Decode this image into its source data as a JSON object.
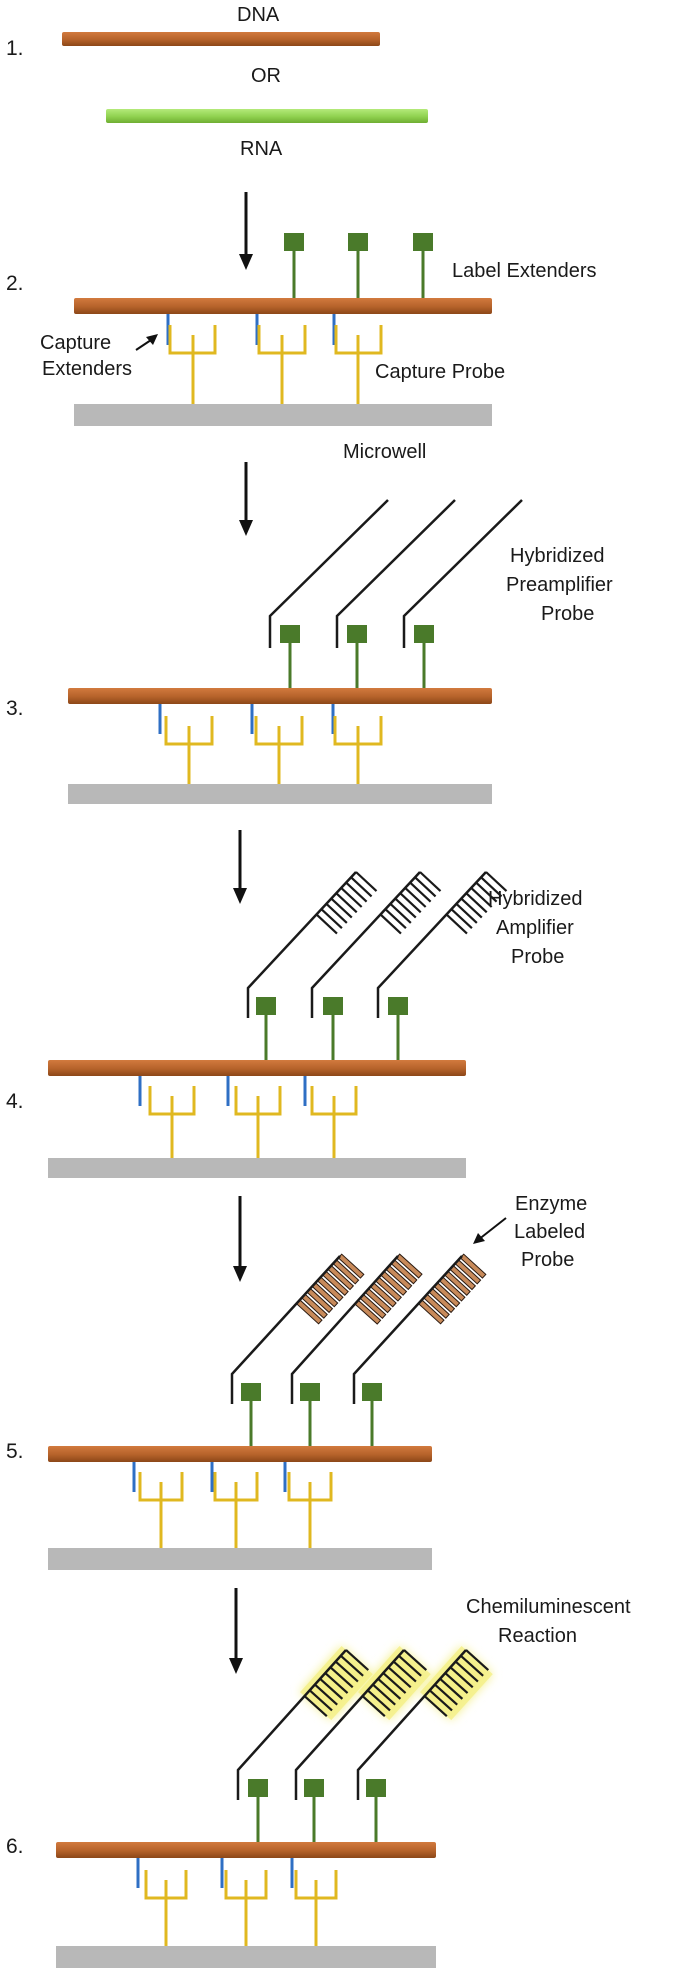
{
  "step1": {
    "number": "1.",
    "dna_label": "DNA",
    "or_label": "OR",
    "rna_label": "RNA"
  },
  "step2": {
    "number": "2.",
    "label_extenders": "Label Extenders",
    "capture_extenders_line1": "Capture",
    "capture_extenders_line2": "Extenders",
    "capture_probe": "Capture Probe",
    "microwell": "Microwell"
  },
  "step3": {
    "number": "3.",
    "label_line1": "Hybridized",
    "label_line2": "Preamplifier",
    "label_line3": "Probe"
  },
  "step4": {
    "number": "4.",
    "label_line1": "Hybridized",
    "label_line2": "Amplifier",
    "label_line3": "Probe"
  },
  "step5": {
    "number": "5.",
    "label_line1": "Enzyme",
    "label_line2": "Labeled",
    "label_line3": "Probe"
  },
  "step6": {
    "number": "6.",
    "label_line1": "Chemiluminescent",
    "label_line2": "Reaction"
  },
  "colors": {
    "dna_strand": "#b5622a",
    "rna_strand": "#8fd14f",
    "microwell": "#b8b8b8",
    "capture_probe": "#e0b820",
    "capture_extender": "#2f6fc4",
    "label_extender": "#4a7a2a",
    "probe_line": "#1a1a1a",
    "enzyme": "#c88a5a",
    "glow": "#f4f089"
  }
}
